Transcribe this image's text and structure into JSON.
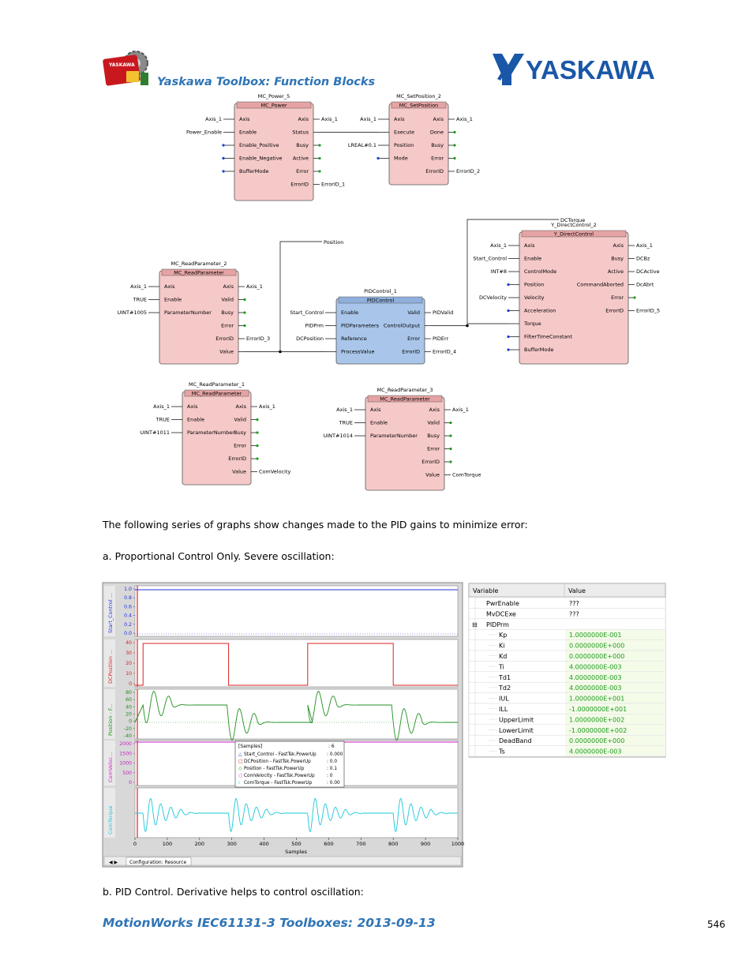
{
  "header": {
    "title": "Yaskawa Toolbox: Function Blocks",
    "brand": "YASKAWA",
    "logo_left_text": "YASKAWA"
  },
  "diagram": {
    "blocks": [
      {
        "instance": "MC_Power_5",
        "type": "MC_Power",
        "inputs": [
          "Axis",
          "Enable",
          "Enable_Positive",
          "Enable_Negative",
          "BufferMode"
        ],
        "outputs": [
          "Axis",
          "Status",
          "Busy",
          "Active",
          "Error",
          "ErrorID"
        ]
      },
      {
        "instance": "MC_SetPosition_2",
        "type": "MC_SetPosition",
        "inputs": [
          "Axis",
          "Execute",
          "Position",
          "Mode"
        ],
        "outputs": [
          "Axis",
          "Done",
          "Busy",
          "Error",
          "ErrorID"
        ]
      },
      {
        "instance": "Y_DirectControl_2",
        "type": "Y_DirectControl",
        "inputs": [
          "Axis",
          "Enable",
          "ControlMode",
          "Position",
          "Velocity",
          "Acceleration",
          "Torque",
          "FilterTimeConstant",
          "BufferMode"
        ],
        "outputs": [
          "Axis",
          "Busy",
          "Active",
          "CommandAborted",
          "Error",
          "ErrorID"
        ]
      },
      {
        "instance": "MC_ReadParameter_2",
        "type": "MC_ReadParameter",
        "inputs": [
          "Axis",
          "Enable",
          "ParameterNumber"
        ],
        "outputs": [
          "Axis",
          "Valid",
          "Busy",
          "Error",
          "ErrorID",
          "Value"
        ]
      },
      {
        "instance": "PIDControl_1",
        "type": "PIDControl",
        "inputs": [
          "Enable",
          "PIDParameters",
          "Reference",
          "ProcessValue"
        ],
        "outputs": [
          "Valid",
          "ControlOutput",
          "Error",
          "ErrorID"
        ]
      },
      {
        "instance": "MC_ReadParameter_1",
        "type": "MC_ReadParameter",
        "inputs": [
          "Axis",
          "Enable",
          "ParameterNumber"
        ],
        "outputs": [
          "Axis",
          "Valid",
          "Busy",
          "Error",
          "ErrorID",
          "Value"
        ]
      },
      {
        "instance": "MC_ReadParameter_3",
        "type": "MC_ReadParameter",
        "inputs": [
          "Axis",
          "Enable",
          "ParameterNumber"
        ],
        "outputs": [
          "Axis",
          "Valid",
          "Busy",
          "Error",
          "ErrorID",
          "Value"
        ]
      }
    ],
    "wire_labels": {
      "p_axis_in": "Axis_1",
      "p_enable_in": "Power_Enable",
      "p_axis_out": "Axis_1",
      "p_errid": "ErrorID_1",
      "s_axis_in": "Axis_1",
      "s_position_in": "LREAL#0.1",
      "s_axis_out": "Axis_1",
      "s_errid": "ErrorID_2",
      "dc_torque": "DCTorque",
      "dc_axis_in": "Axis_1",
      "dc_enable_in": "Start_Control",
      "dc_mode_in": "INT#8",
      "dc_velocity_in": "DCVelocity",
      "dc_axis_out": "Axis_1",
      "dc_busy": "DCBz",
      "dc_active": "DCActive",
      "dc_abort": "DcAbrt",
      "dc_errid": "ErrorID_5",
      "r2_axis_in": "Axis_1",
      "r2_enable_in": "TRUE",
      "r2_param_in": "UINT#1005",
      "r2_axis_out": "Axis_1",
      "r2_errid": "ErrorID_3",
      "position_tag": "Position",
      "pid_enable_in": "Start_Control",
      "pid_param_in": "PIDPrm",
      "pid_ref_in": "DCPosition",
      "pid_valid": "PIDValid",
      "pid_err": "PIDErr",
      "pid_errid": "ErrorID_4",
      "r1_axis_in": "Axis_1",
      "r1_enable_in": "TRUE",
      "r1_param_in": "UINT#1011",
      "r1_axis_out": "Axis_1",
      "r1_value": "ComVelocity",
      "r3_axis_in": "Axis_1",
      "r3_enable_in": "TRUE",
      "r3_param_in": "UINT#1014",
      "r3_axis_out": "Axis_1",
      "r3_value": "ComTorque"
    }
  },
  "body": {
    "intro": "The following series of graphs show changes made to the PID gains to minimize error:",
    "item_a": "a.  Proportional Control Only.  Severe oscillation:",
    "item_b": "b.  PID Control.  Derivative helps to control oscillation:"
  },
  "trend": {
    "panes": [
      {
        "label": "Start_Control ...",
        "color": "#2233dd",
        "ticks": [
          "1.0",
          "0.8",
          "0.6",
          "0.4",
          "0.2",
          "0.0"
        ]
      },
      {
        "label": "DCPosition ...",
        "color": "#dd2222",
        "ticks": [
          "40",
          "30",
          "20",
          "10",
          "0"
        ]
      },
      {
        "label": "Position - F...",
        "color": "#1f8f1f",
        "ticks": [
          "80",
          "60",
          "40",
          "20",
          "0",
          "-20",
          "-40"
        ]
      },
      {
        "label": "ComVeloc...",
        "color": "#cc22cc",
        "ticks": [
          "2000",
          "1500",
          "1000",
          "500",
          "0"
        ]
      },
      {
        "label": "ComTorque",
        "color": "#19c8d8",
        "ticks": []
      }
    ],
    "x_ticks": [
      "0",
      "100",
      "200",
      "300",
      "400",
      "500",
      "600",
      "700",
      "800",
      "900",
      "1000"
    ],
    "x_label": "Samples",
    "tab_label": "Configuration: Resource",
    "tooltip": {
      "header": "[Samples]",
      "header_value": ": 6",
      "rows": [
        {
          "marker": "△",
          "color": "#2233dd",
          "name": "Start_Control - FastTsk.PowerUp",
          "value": ": 0.000"
        },
        {
          "marker": "□",
          "color": "#dd2222",
          "name": "DCPosition - FastTsk.PowerUp",
          "value": ": 0.0"
        },
        {
          "marker": "◇",
          "color": "#1f8f1f",
          "name": "Position - FastTsk.PowerUp",
          "value": ": 0.1"
        },
        {
          "marker": "○",
          "color": "#cc22cc",
          "name": "ComVelocity - FastTsk.PowerUp",
          "value": ": 0"
        },
        {
          "marker": "⁞",
          "color": "#19c8d8",
          "name": "ComTorque - FastTsk.PowerUp",
          "value": ": 0.00"
        }
      ]
    },
    "chart_data": {
      "type": "line",
      "x_range": [
        0,
        1000
      ],
      "xlabel": "Samples",
      "series": [
        {
          "name": "Start_Control - FastTsk.PowerUp",
          "x": [
            0,
            1000
          ],
          "y": [
            1.0,
            1.0
          ],
          "ylim": [
            0,
            1.0
          ]
        },
        {
          "name": "DCPosition - FastTsk.PowerUp",
          "x": [
            0,
            25,
            25,
            290,
            290,
            535,
            535,
            800,
            800,
            1000
          ],
          "y": [
            0,
            0,
            44,
            44,
            0,
            0,
            44,
            44,
            0,
            0
          ],
          "ylim": [
            0,
            45
          ]
        },
        {
          "name": "Position - FastTsk.PowerUp",
          "x_start": 25,
          "note": "damped oscillation ringing around each DCPosition step",
          "ylim": [
            -40,
            85
          ]
        },
        {
          "name": "ComVelocity - FastTsk.PowerUp",
          "x": [
            0,
            1000
          ],
          "y": [
            2000,
            2000
          ],
          "ylim": [
            0,
            2000
          ]
        },
        {
          "name": "ComTorque - FastTsk.PowerUp",
          "note": "oscillating torque bursts at each step change"
        }
      ]
    }
  },
  "variables": {
    "col_variable": "Variable",
    "col_value": "Value",
    "rows": [
      {
        "name": "PwrEnable",
        "value": "???",
        "indent": 1,
        "green": false,
        "expander": ""
      },
      {
        "name": "MvDCExe",
        "value": "???",
        "indent": 1,
        "green": false,
        "expander": ""
      },
      {
        "name": "PIDPrm",
        "value": "",
        "indent": 1,
        "green": false,
        "expander": "⊟"
      },
      {
        "name": "Kp",
        "value": "1.0000000E-001",
        "indent": 2,
        "green": true,
        "expander": ""
      },
      {
        "name": "Ki",
        "value": "0.0000000E+000",
        "indent": 2,
        "green": true,
        "expander": ""
      },
      {
        "name": "Kd",
        "value": "0.0000000E+000",
        "indent": 2,
        "green": true,
        "expander": ""
      },
      {
        "name": "Ti",
        "value": "4.0000000E-003",
        "indent": 2,
        "green": true,
        "expander": ""
      },
      {
        "name": "Td1",
        "value": "4.0000000E-003",
        "indent": 2,
        "green": true,
        "expander": ""
      },
      {
        "name": "Td2",
        "value": "4.0000000E-003",
        "indent": 2,
        "green": true,
        "expander": ""
      },
      {
        "name": "IUL",
        "value": "1.0000000E+001",
        "indent": 2,
        "green": true,
        "expander": ""
      },
      {
        "name": "ILL",
        "value": "-1.0000000E+001",
        "indent": 2,
        "green": true,
        "expander": ""
      },
      {
        "name": "UpperLimit",
        "value": "1.0000000E+002",
        "indent": 2,
        "green": true,
        "expander": ""
      },
      {
        "name": "LowerLimit",
        "value": "-1.0000000E+002",
        "indent": 2,
        "green": true,
        "expander": ""
      },
      {
        "name": "DeadBand",
        "value": "0.0000000E+000",
        "indent": 2,
        "green": true,
        "expander": ""
      },
      {
        "name": "Ts",
        "value": "4.0000000E-003",
        "indent": 2,
        "green": true,
        "expander": ""
      }
    ]
  },
  "footer": {
    "title": "MotionWorks IEC61131-3 Toolboxes: 2013-09-13",
    "page": "546"
  }
}
